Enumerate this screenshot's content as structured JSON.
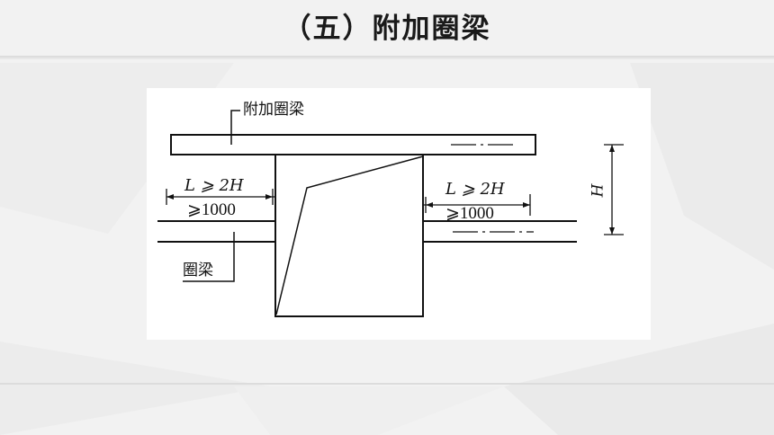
{
  "slide": {
    "title": "（五）附加圈梁"
  },
  "diagram": {
    "label_additional_ring_beam": "附加圈梁",
    "label_ring_beam": "圈梁",
    "left_length_label": "L ⩾ 2H",
    "left_min_label": "⩾1000",
    "right_length_label": "L ⩾ 2H",
    "right_min_label": "⩾1000",
    "height_label": "H"
  },
  "colors": {
    "ink": "#111111",
    "background": "#f2f2f2",
    "figure_background": "#ffffff"
  }
}
